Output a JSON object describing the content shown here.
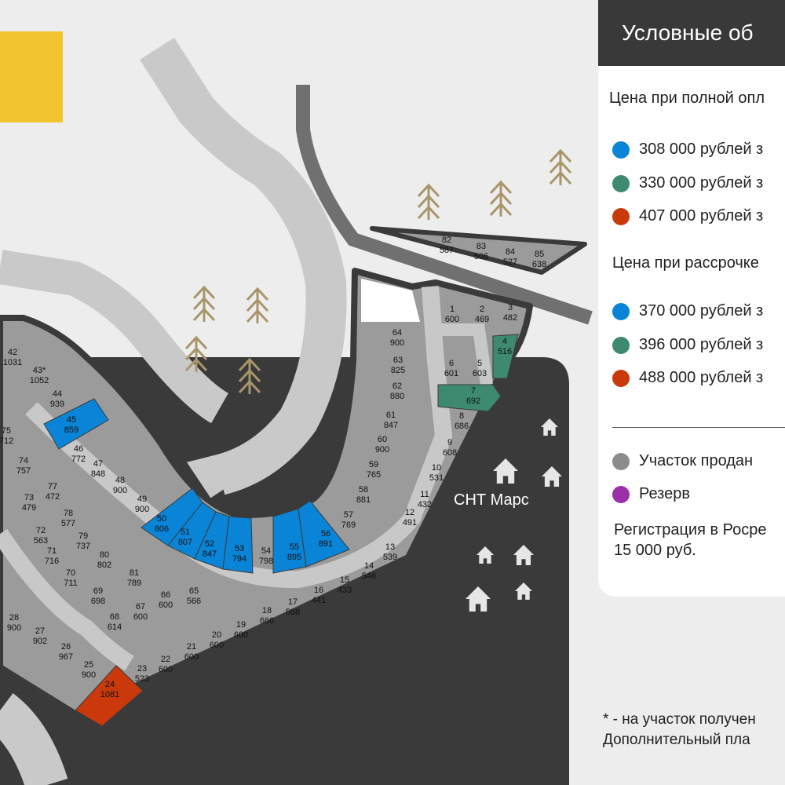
{
  "legend": {
    "title": "Условные об",
    "full_payment_heading": "Цена при полной опл",
    "full_payment_items": [
      {
        "label": "308 000 рублей з",
        "color": "#0a84d6"
      },
      {
        "label": "330 000 рублей з",
        "color": "#3e8a70"
      },
      {
        "label": "407 000 рублей з",
        "color": "#c9390c"
      }
    ],
    "installment_heading": "Цена при рассрочке",
    "installment_items": [
      {
        "label": "370 000 рублей з",
        "color": "#0a84d6"
      },
      {
        "label": "396 000 рублей з",
        "color": "#3e8a70"
      },
      {
        "label": "488 000 рублей з",
        "color": "#c9390c"
      }
    ],
    "sold_label": "Участок продан",
    "sold_color": "#8c8c8c",
    "reserve_label": "Резерв",
    "reserve_color": "#9b30a8",
    "registration_line1": "Регистрация в Росре",
    "registration_line2": "15 000 руб."
  },
  "map": {
    "area_label": "СНТ Марс",
    "footnote_line1": "* - на участок получен",
    "footnote_line2": "Дополнительный пла",
    "plots": [
      {
        "id": "1",
        "area": "600",
        "status": "sold"
      },
      {
        "id": "2",
        "area": "469",
        "status": "sold"
      },
      {
        "id": "3",
        "area": "482",
        "status": "sold"
      },
      {
        "id": "4",
        "area": "516",
        "status": "green"
      },
      {
        "id": "5",
        "area": "603",
        "status": "sold"
      },
      {
        "id": "6",
        "area": "601",
        "status": "sold"
      },
      {
        "id": "7",
        "area": "692",
        "status": "green"
      },
      {
        "id": "8",
        "area": "686",
        "status": "sold"
      },
      {
        "id": "9",
        "area": "608",
        "status": "sold"
      },
      {
        "id": "10",
        "area": "531",
        "status": "sold"
      },
      {
        "id": "11",
        "area": "432",
        "status": "sold"
      },
      {
        "id": "12",
        "area": "491",
        "status": "sold"
      },
      {
        "id": "13",
        "area": "539",
        "status": "sold"
      },
      {
        "id": "14",
        "area": "546",
        "status": "sold"
      },
      {
        "id": "15",
        "area": "433",
        "status": "sold"
      },
      {
        "id": "16",
        "area": "441",
        "status": "sold"
      },
      {
        "id": "17",
        "area": "588",
        "status": "sold"
      },
      {
        "id": "18",
        "area": "666",
        "status": "sold"
      },
      {
        "id": "19",
        "area": "600",
        "status": "sold"
      },
      {
        "id": "20",
        "area": "600",
        "status": "sold"
      },
      {
        "id": "21",
        "area": "600",
        "status": "sold"
      },
      {
        "id": "22",
        "area": "600",
        "status": "sold"
      },
      {
        "id": "23",
        "area": "523",
        "status": "sold"
      },
      {
        "id": "24",
        "area": "1081",
        "status": "red"
      },
      {
        "id": "25",
        "area": "900",
        "status": "sold"
      },
      {
        "id": "26",
        "area": "967",
        "status": "sold"
      },
      {
        "id": "27",
        "area": "902",
        "status": "sold"
      },
      {
        "id": "28",
        "area": "900",
        "status": "sold"
      },
      {
        "id": "42",
        "area": "1031",
        "status": "sold"
      },
      {
        "id": "43*",
        "area": "1052",
        "status": "sold"
      },
      {
        "id": "44",
        "area": "939",
        "status": "sold"
      },
      {
        "id": "45",
        "area": "859",
        "status": "blue"
      },
      {
        "id": "46",
        "area": "772",
        "status": "sold"
      },
      {
        "id": "47",
        "area": "848",
        "status": "sold"
      },
      {
        "id": "48",
        "area": "900",
        "status": "sold"
      },
      {
        "id": "49",
        "area": "900",
        "status": "sold"
      },
      {
        "id": "50",
        "area": "806",
        "status": "blue"
      },
      {
        "id": "51",
        "area": "807",
        "status": "blue"
      },
      {
        "id": "52",
        "area": "847",
        "status": "blue"
      },
      {
        "id": "53",
        "area": "794",
        "status": "blue"
      },
      {
        "id": "54",
        "area": "798",
        "status": "sold"
      },
      {
        "id": "55",
        "area": "895",
        "status": "blue"
      },
      {
        "id": "56",
        "area": "891",
        "status": "blue"
      },
      {
        "id": "57",
        "area": "769",
        "status": "sold"
      },
      {
        "id": "58",
        "area": "881",
        "status": "sold"
      },
      {
        "id": "59",
        "area": "765",
        "status": "sold"
      },
      {
        "id": "60",
        "area": "900",
        "status": "sold"
      },
      {
        "id": "61",
        "area": "847",
        "status": "sold"
      },
      {
        "id": "62",
        "area": "880",
        "status": "sold"
      },
      {
        "id": "63",
        "area": "825",
        "status": "sold"
      },
      {
        "id": "64",
        "area": "900",
        "status": "sold"
      },
      {
        "id": "65",
        "area": "566",
        "status": "sold"
      },
      {
        "id": "66",
        "area": "600",
        "status": "sold"
      },
      {
        "id": "67",
        "area": "600",
        "status": "sold"
      },
      {
        "id": "68",
        "area": "614",
        "status": "sold"
      },
      {
        "id": "69",
        "area": "698",
        "status": "sold"
      },
      {
        "id": "70",
        "area": "711",
        "status": "sold"
      },
      {
        "id": "71",
        "area": "716",
        "status": "sold"
      },
      {
        "id": "72",
        "area": "563",
        "status": "sold"
      },
      {
        "id": "73",
        "area": "479",
        "status": "sold"
      },
      {
        "id": "74",
        "area": "757",
        "status": "sold"
      },
      {
        "id": "75",
        "area": "712",
        "status": "sold"
      },
      {
        "id": "77",
        "area": "472",
        "status": "sold"
      },
      {
        "id": "78",
        "area": "577",
        "status": "sold"
      },
      {
        "id": "79",
        "area": "737",
        "status": "sold"
      },
      {
        "id": "80",
        "area": "802",
        "status": "sold"
      },
      {
        "id": "81",
        "area": "789",
        "status": "sold"
      },
      {
        "id": "82",
        "area": "587",
        "status": "sold"
      },
      {
        "id": "83",
        "area": "506",
        "status": "sold"
      },
      {
        "id": "84",
        "area": "527",
        "status": "sold"
      },
      {
        "id": "85",
        "area": "638",
        "status": "sold"
      }
    ]
  }
}
